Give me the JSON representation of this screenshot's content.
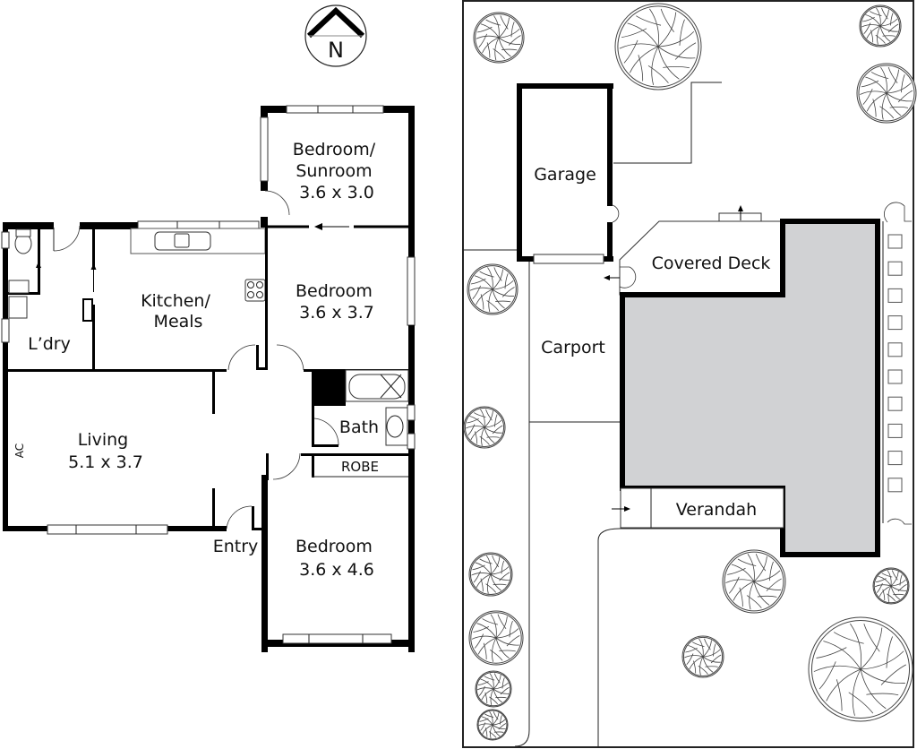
{
  "compass": {
    "label": "N"
  },
  "floor_plan": {
    "rooms": [
      {
        "id": "bedroom-sunroom",
        "lines": [
          "Bedroom/",
          "Sunroom",
          "3.6 x 3.0"
        ]
      },
      {
        "id": "bedroom-2",
        "lines": [
          "Bedroom",
          "3.6 x 3.7"
        ]
      },
      {
        "id": "kitchen-meals",
        "lines": [
          "Kitchen/",
          "Meals"
        ]
      },
      {
        "id": "laundry",
        "lines": [
          "L’dry"
        ]
      },
      {
        "id": "living",
        "lines": [
          "Living",
          "5.1 x 3.7"
        ]
      },
      {
        "id": "bath",
        "lines": [
          "Bath"
        ]
      },
      {
        "id": "robe",
        "lines": [
          "ROBE"
        ]
      },
      {
        "id": "entry",
        "lines": [
          "Entry"
        ]
      },
      {
        "id": "bedroom-1",
        "lines": [
          "Bedroom",
          "3.6 x 4.6"
        ]
      }
    ],
    "ac_label": "AC"
  },
  "site_plan": {
    "labels": {
      "garage": "Garage",
      "covered_deck": "Covered Deck",
      "carport": "Carport",
      "verandah": "Verandah"
    },
    "house_fill": "#d1d2d4"
  }
}
